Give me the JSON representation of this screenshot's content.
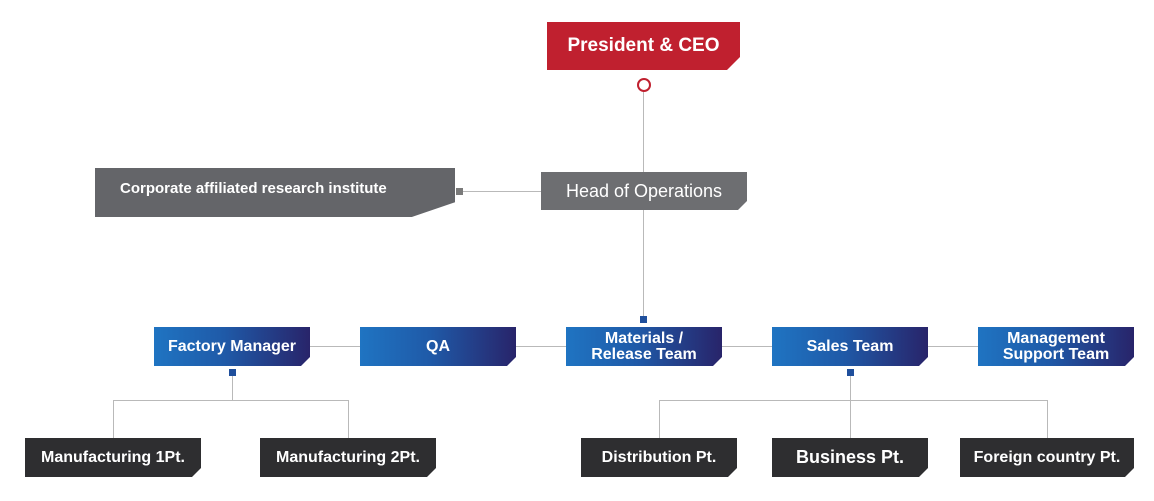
{
  "org_chart": {
    "ceo": "President & CEO",
    "head": "Head of Operations",
    "research": "Corporate affiliated research institute",
    "teams": {
      "factory": "Factory Manager",
      "qa": "QA",
      "materials_line1": "Materials /",
      "materials_line2": "Release Team",
      "sales": "Sales Team",
      "mgmt_line1": "Management",
      "mgmt_line2": "Support Team"
    },
    "units": {
      "mfg1": "Manufacturing 1Pt.",
      "mfg2": "Manufacturing 2Pt.",
      "distribution": "Distribution Pt.",
      "business": "Business Pt.",
      "foreign": "Foreign country Pt."
    }
  },
  "colors": {
    "ceo": "#c0202f",
    "head": "#6d6e71",
    "team_start": "#1f74c2",
    "team_end": "#28246a",
    "unit": "#2e2e30",
    "connector": "#b9b9b9",
    "marker_blue": "#1f4f9c",
    "marker_gray": "#7a7a7a"
  }
}
